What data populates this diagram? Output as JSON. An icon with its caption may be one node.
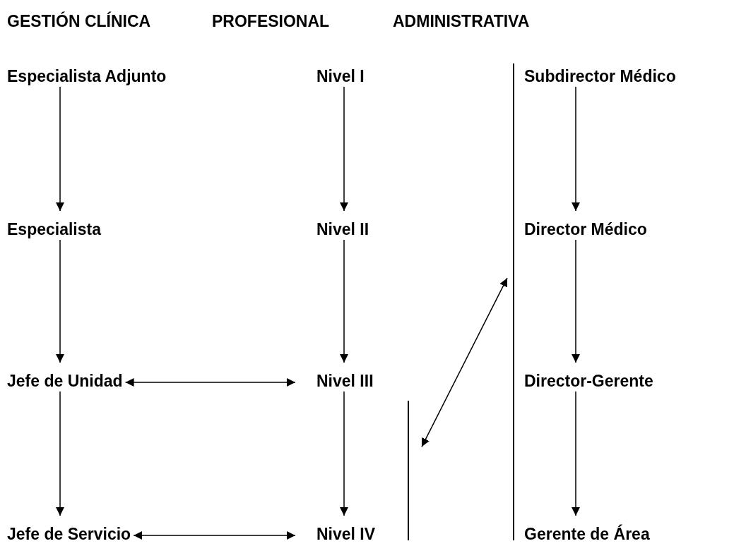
{
  "diagram": {
    "nodes": [
      {
        "text": [
          "Especialista Adjunto"
        ]
      },
      {
        "text": [
          "Nivel I"
        ]
      },
      {
        "text": [],
        "shape": "bar"
      },
      {
        "text": [
          "Subdirector Médico"
        ]
      },
      {
        "text": [
          "Especialista"
        ]
      },
      {
        "text": [
          "Nivel II"
        ]
      },
      {
        "text": [
          "Director Médico"
        ]
      },
      {
        "text": [
          "Jefe de Unidad"
        ]
      },
      {
        "text": [
          "Nivel III"
        ]
      },
      {
        "text": [],
        "shape": "bar"
      },
      {
        "text": [
          "Director-Gerente"
        ]
      },
      {
        "text": [
          "Jefe de Servicio"
        ]
      },
      {
        "text": [
          "Nivel IV"
        ]
      },
      {
        "text": [
          "Gerente de Área"
        ]
      }
    ],
    "edges": [
      {
        "from": 0,
        "to": 4,
        "arrow": "to"
      },
      {
        "from": 4,
        "to": 7,
        "arrow": "to"
      },
      {
        "from": 7,
        "to": 11,
        "arrow": "to"
      },
      {
        "from": 1,
        "to": 5,
        "arrow": "to"
      },
      {
        "from": 5,
        "to": 8,
        "arrow": "to"
      },
      {
        "from": 8,
        "to": 12,
        "arrow": "to"
      },
      {
        "from": 3,
        "to": 6,
        "arrow": "to"
      },
      {
        "from": 6,
        "to": 10,
        "arrow": "to"
      },
      {
        "from": 10,
        "to": 13,
        "arrow": "to"
      },
      {
        "from": 7,
        "to": 8,
        "arrow": "both"
      },
      {
        "from": 11,
        "to": 12,
        "arrow": "both"
      },
      {
        "from": 9,
        "to": 2,
        "arrow": "both"
      }
    ],
    "labels": [
      "GESTIÓN CLÍNICA",
      "PROFESIONAL",
      "ADMINISTRATIVA"
    ]
  }
}
